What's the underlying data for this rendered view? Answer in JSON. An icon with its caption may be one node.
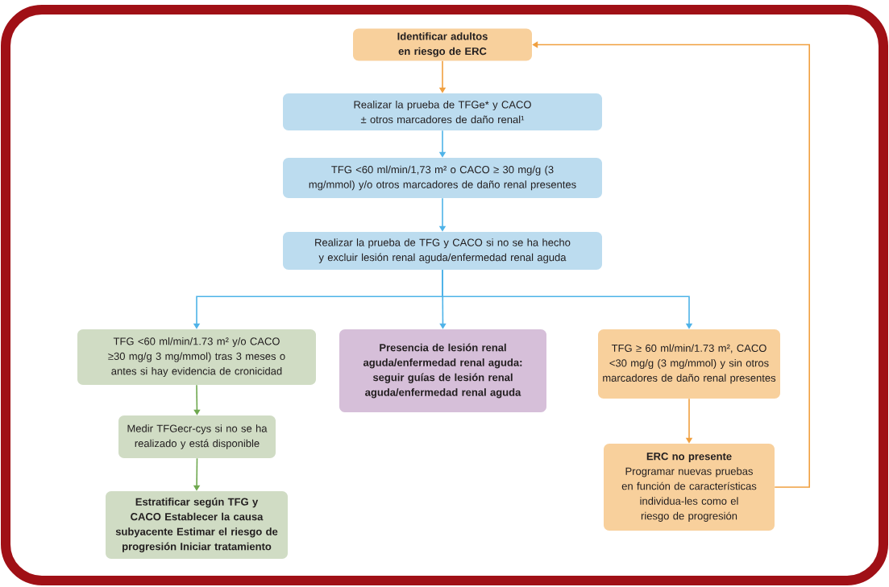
{
  "diagram": {
    "nodes": [
      {
        "text": [
          "Identificar adultos en riesgo de ERC"
        ]
      },
      {
        "text": [
          "Realizar la prueba de TFGe* y CACO ± otros marcadores de daño renal¹"
        ]
      },
      {
        "text": [
          "TFG <60 ml/min/1,73 m² o CACO ≥ 30 mg/g (3 mg/mmol) y/o otros marcadores de daño renal presentes"
        ]
      },
      {
        "text": [
          "Realizar la prueba de TFG y CACO si no se ha hecho y excluir lesión renal aguda/enfermedad renal aguda"
        ]
      },
      {
        "text": [
          "TFG <60 ml/min/1.73 m² y/o CACO ≥30 mg/g 3 mg/mmol) tras 3 meses o antes si hay evidencia de cronicidad"
        ]
      },
      {
        "text": [
          "Presencia de lesión renal aguda/enfermedad renal aguda: seguir guías de lesión renal aguda/enfermedad renal aguda"
        ]
      },
      {
        "text": [
          "TFG ≥ 60 ml/min/1.73 m², CACO <30 mg/g (3 mg/mmol) y sin otros marcadores de daño renal presentes"
        ]
      },
      {
        "text": [
          "Medir TFGecr-cys si no se ha realizado y está disponible"
        ]
      },
      {
        "text": [
          "Estratificar según TFG y CACO Establecer la causa subyacente Estimar el riesgo de progresión Iniciar tratamiento"
        ]
      },
      {
        "text": [
          "ERC no presente",
          "Programar nuevas pruebas en función de características individua-les como el riesgo de progresión"
        ]
      }
    ],
    "edges": [
      {
        "from": 0,
        "to": 1,
        "arrow": "to",
        "color": "#f0a040"
      },
      {
        "from": 1,
        "to": 2,
        "arrow": "to",
        "color": "#4fb3e8"
      },
      {
        "from": 2,
        "to": 3,
        "arrow": "to",
        "color": "#4fb3e8"
      },
      {
        "from": 3,
        "to": 4,
        "arrow": "to",
        "color": "#4fb3e8"
      },
      {
        "from": 3,
        "to": 5,
        "arrow": "to",
        "color": "#4fb3e8"
      },
      {
        "from": 3,
        "to": 6,
        "arrow": "to",
        "color": "#4fb3e8"
      },
      {
        "from": 4,
        "to": 7,
        "arrow": "to",
        "color": "#6fa84f"
      },
      {
        "from": 7,
        "to": 8,
        "arrow": "to",
        "color": "#6fa84f"
      },
      {
        "from": 6,
        "to": 9,
        "arrow": "to",
        "color": "#f0a040"
      },
      {
        "from": 9,
        "to": 0,
        "arrow": "to",
        "color": "#f0a040"
      }
    ]
  }
}
